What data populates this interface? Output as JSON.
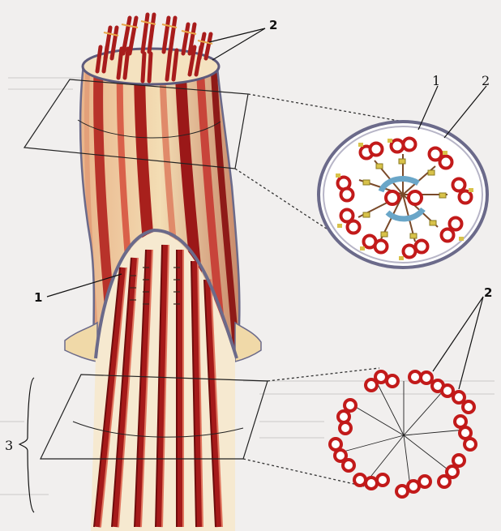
{
  "labels": {
    "top_doublets": "2",
    "cross_membrane": "1",
    "cross_doublets": "2",
    "membrane_left": "1",
    "lower_doublets": "2",
    "basal_body": "3"
  },
  "colors": {
    "background": "#f1efee",
    "microtubule_red": "#a81c1c",
    "microtubule_dark": "#6e0c0c",
    "microtubule_light": "#e0755e",
    "cream": "#f0d9a8",
    "membrane": "#6b6a8a",
    "central_pair": "#6aa6c8",
    "spoke_yellow": "#d8c24a"
  }
}
